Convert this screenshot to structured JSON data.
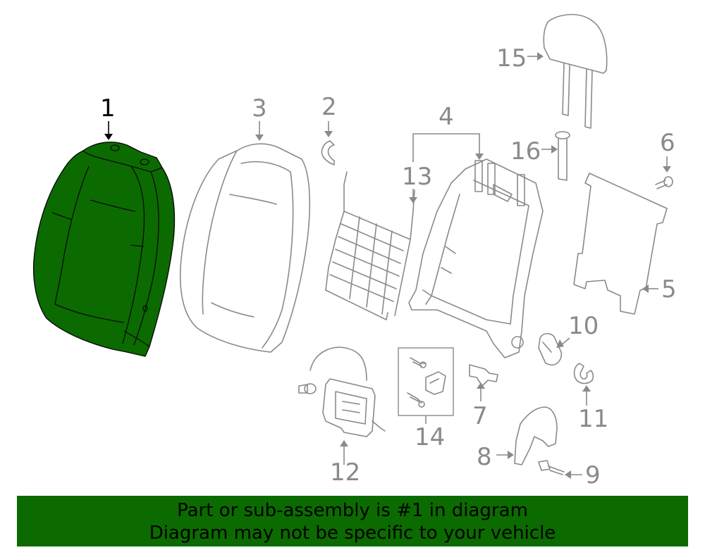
{
  "callouts": {
    "c1": "1",
    "c2": "2",
    "c3": "3",
    "c4": "4",
    "c5": "5",
    "c6": "6",
    "c7": "7",
    "c8": "8",
    "c9": "9",
    "c10": "10",
    "c11": "11",
    "c12": "12",
    "c13": "13",
    "c14": "14",
    "c15": "15",
    "c16": "16"
  },
  "highlighted_part": "1",
  "colors": {
    "highlight": "#0b6b00",
    "line": "#8a8a8a",
    "banner": "#0b6b00"
  },
  "banner": {
    "line1": "Part or sub-assembly is #1 in diagram",
    "line2": "Diagram may not be specific to your vehicle"
  }
}
